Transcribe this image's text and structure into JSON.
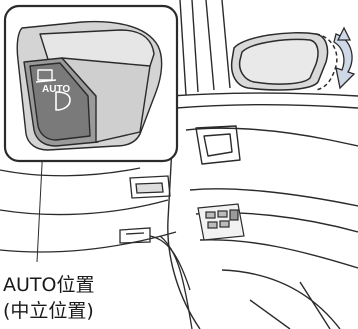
{
  "switch_marking": "AUTO",
  "callout": {
    "line1": "AUTO位置",
    "line2": "(中立位置)"
  },
  "colors": {
    "line": "#2b2b2b",
    "switch_face": "#e6e6e6",
    "switch_housing": "#d4d4d4",
    "switch_shadow": "#8a8a8a",
    "mirror_glass": "#e9e9e9",
    "arrow_fill": "#cfd8e6"
  }
}
